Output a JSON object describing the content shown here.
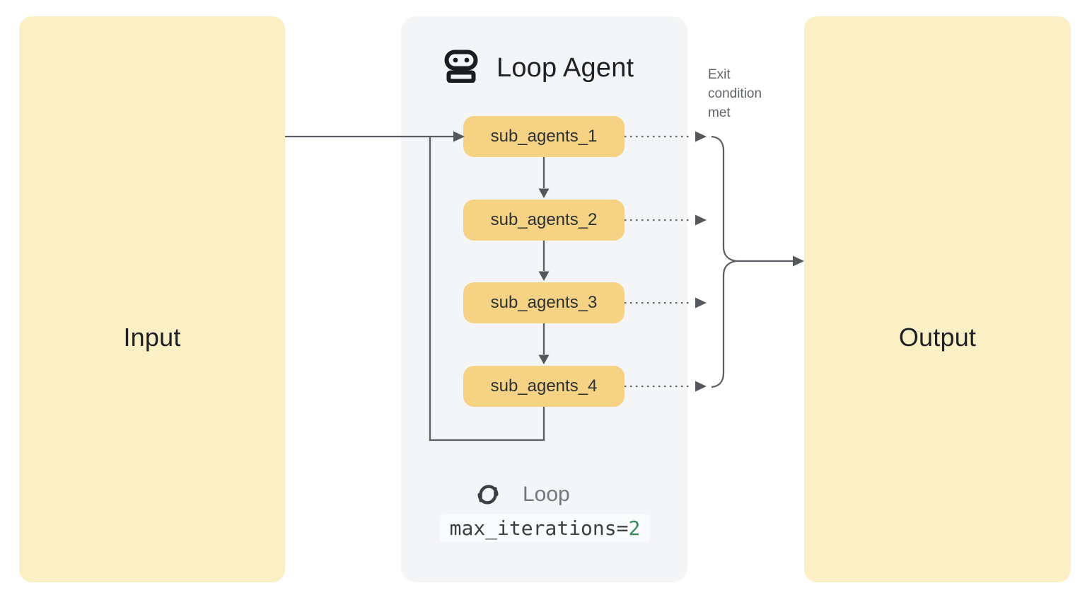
{
  "diagram": {
    "input": {
      "label": "Input"
    },
    "output": {
      "label": "Output"
    },
    "loop_agent": {
      "title": "Loop Agent",
      "title_icon": "robot-icon",
      "sub_agents": [
        "sub_agents_1",
        "sub_agents_2",
        "sub_agents_3",
        "sub_agents_4"
      ],
      "loop": {
        "icon": "loop-icon",
        "label": "Loop",
        "code_prefix": "max_iterations=",
        "code_value": "2"
      }
    },
    "annotations": {
      "exit_note": "Exit condition met"
    },
    "colors": {
      "io_box_fill": "#FAEFC5",
      "panel_fill": "#F3F5F7",
      "sub_agent_fill": "#F6D384",
      "code_chip_fill": "#FAFBFC",
      "connector": "#5B5F63",
      "text_primary": "#202124",
      "text_secondary": "#5F6368",
      "code_value_green": "#3A8A5C"
    }
  }
}
